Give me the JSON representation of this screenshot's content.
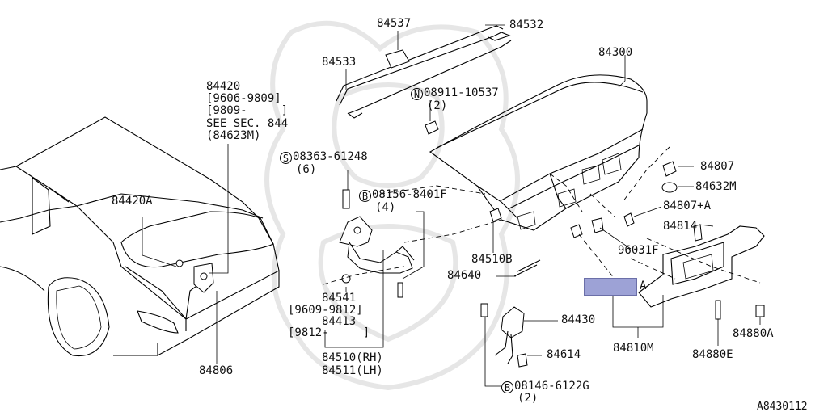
{
  "labels": {
    "p84537": "84537",
    "p84532": "84532",
    "p84533": "84533",
    "p84300": "84300",
    "n08911": "08911-10537",
    "n08911_qty": "(2)",
    "n_circ": "N",
    "p84420": "84420",
    "r9606": "[9606-9809]",
    "r9809": "[9809-     ]",
    "see_sec": "SEE SEC. 844",
    "p84623m": "(84623M)",
    "s08363": "08363-61248",
    "s08363_qty": "(6)",
    "s_circ": "S",
    "b08156": "08156-8401F",
    "b08156_qty": "(4)",
    "b_circ": "B",
    "p84807": "84807",
    "p84632m": "84632M",
    "p84807a": "84807+A",
    "p84420a": "84420A",
    "p84814": "84814",
    "p84510b": "84510B",
    "p96031f": "96031F",
    "p84640": "84640",
    "p84541": "84541",
    "r9609": "[9609-9812]",
    "p84413": "84413",
    "r9812": "[9812-     ]",
    "p84430": "84430",
    "p84614": "84614",
    "p84510": "84510(RH)",
    "p84511": "84511(LH)",
    "p84810m": "84810M",
    "p84880e": "84880E",
    "p84880a": "84880A",
    "p84806": "84806",
    "b08146": "08146-6122G",
    "b08146_qty": "(2)",
    "b2_circ": "B",
    "callout_a": "A",
    "figure_id": "A8430112"
  },
  "colors": {
    "highlight": "#9da2d6",
    "line": "#000000",
    "watermark": "#e6e6e6"
  }
}
